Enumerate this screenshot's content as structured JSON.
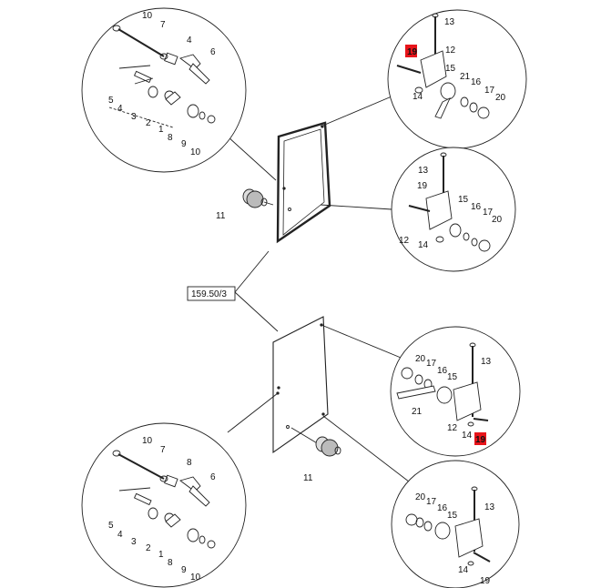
{
  "reference_label": "159.50/3",
  "highlight_color": "#e8141a",
  "line_color": "#222222",
  "callouts_latch": [
    "10",
    "7",
    "4",
    "6",
    "5",
    "4",
    "3",
    "2",
    "1",
    "8",
    "9",
    "10"
  ],
  "callout_11": "11",
  "callouts_hinge_a": [
    "13",
    "12",
    "15",
    "14",
    "21",
    "16",
    "17",
    "20",
    "19"
  ],
  "callouts_hinge_b": [
    "13",
    "19",
    "15",
    "16",
    "17",
    "20",
    "12",
    "14"
  ],
  "callouts_hinge_c": [
    "20",
    "17",
    "16",
    "15",
    "13",
    "21",
    "12",
    "14",
    "19"
  ],
  "callouts_hinge_d": [
    "20",
    "17",
    "16",
    "15",
    "13",
    "14",
    "19"
  ],
  "callouts_latch_bottom": [
    "10",
    "7",
    "8",
    "6",
    "5",
    "4",
    "3",
    "2",
    "1",
    "8",
    "9",
    "10"
  ],
  "callout_11_bottom": "11"
}
